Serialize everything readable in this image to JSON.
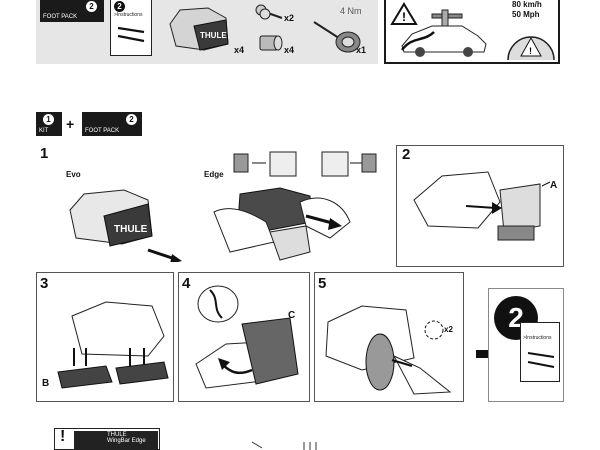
{
  "top": {
    "foot_pack_label": "FOOT PACK",
    "foot_pack_number": "2",
    "instructions_number": "2",
    "instructions_label": ">Instructions",
    "count_feet": "x4",
    "count_keys": "x2",
    "count_locks": "x4",
    "count_tool": "x1",
    "torque": "4 Nm",
    "speed_kmh": "80 km/h",
    "speed_mph": "50 Mph"
  },
  "kit_row": {
    "kit_number": "1",
    "kit_label": "KIT",
    "plus": "+",
    "foot_pack_number": "2",
    "foot_pack_label": "FOOT PACK"
  },
  "steps": {
    "s1": "1",
    "s2": "2",
    "s3": "3",
    "s4": "4",
    "s5": "5",
    "next": "2",
    "evo": "Evo",
    "edge": "Edge",
    "label_a": "A",
    "label_b": "B",
    "label_c": "C",
    "x2": "x2",
    "next_instructions": ">Instructions"
  },
  "bottom": {
    "warning_mark": "!",
    "thule": "THULE",
    "wingbar_edge": "WingBar Edge"
  },
  "brand": "THULE"
}
